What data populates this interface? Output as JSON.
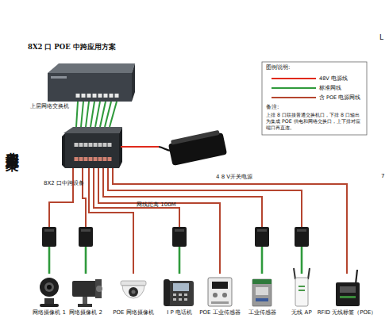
{
  "diagram": {
    "title": "8X2 口 POE 中跨应用方案",
    "nodes": [
      {
        "text": [
          "上层网络交换机"
        ]
      },
      {
        "text": [
          "8X2 口中跨设备"
        ]
      },
      {
        "text": [
          "4 8 V开关电源"
        ]
      },
      {
        "text": [
          "网络摄像机 1"
        ]
      },
      {
        "text": [
          "网络摄像机 2"
        ]
      },
      {
        "text": [
          "POE 网络摄像机"
        ]
      },
      {
        "text": [
          "I P 电话机"
        ]
      },
      {
        "text": [
          "POE 工业传感器"
        ]
      },
      {
        "text": [
          "工业传感器"
        ]
      },
      {
        "text": [
          "无线 AP"
        ]
      },
      {
        "text": [
          "RFID 无线标签（POE）"
        ]
      }
    ],
    "edges": [
      {
        "from": 0,
        "to": 1,
        "arrow": "none"
      },
      {
        "from": 0,
        "to": 1,
        "arrow": "none"
      },
      {
        "from": 0,
        "to": 1,
        "arrow": "none"
      },
      {
        "from": 0,
        "to": 1,
        "arrow": "none"
      },
      {
        "from": 0,
        "to": 1,
        "arrow": "none"
      },
      {
        "from": 0,
        "to": 1,
        "arrow": "none"
      },
      {
        "from": 0,
        "to": 1,
        "arrow": "none"
      },
      {
        "from": 0,
        "to": 1,
        "arrow": "none"
      },
      {
        "from": 2,
        "to": 1,
        "arrow": "none"
      },
      {
        "from": 1,
        "to": 3,
        "arrow": "none"
      },
      {
        "from": 1,
        "to": 4,
        "arrow": "none"
      },
      {
        "from": 1,
        "to": 5,
        "arrow": "none"
      },
      {
        "from": 1,
        "to": 6,
        "label": "网线距离 100M",
        "arrow": "none"
      },
      {
        "from": 1,
        "to": 7,
        "arrow": "none"
      },
      {
        "from": 1,
        "to": 8,
        "arrow": "none"
      },
      {
        "from": 1,
        "to": 9,
        "arrow": "none"
      },
      {
        "from": 1,
        "to": 10,
        "arrow": "none"
      }
    ],
    "labels": [
      "典型应用方案",
      "图例说明:",
      "备注:",
      "上排 8 口联接普通交换机口，下排 8 口输出为集成 POE 供电和网络交换口，上下排对应端口再直连。",
      "L",
      "7"
    ],
    "legend": [
      {
        "text": "48V 电源线"
      },
      {
        "text": "标准网线"
      },
      {
        "text": "含 POE 电源网线"
      }
    ]
  }
}
